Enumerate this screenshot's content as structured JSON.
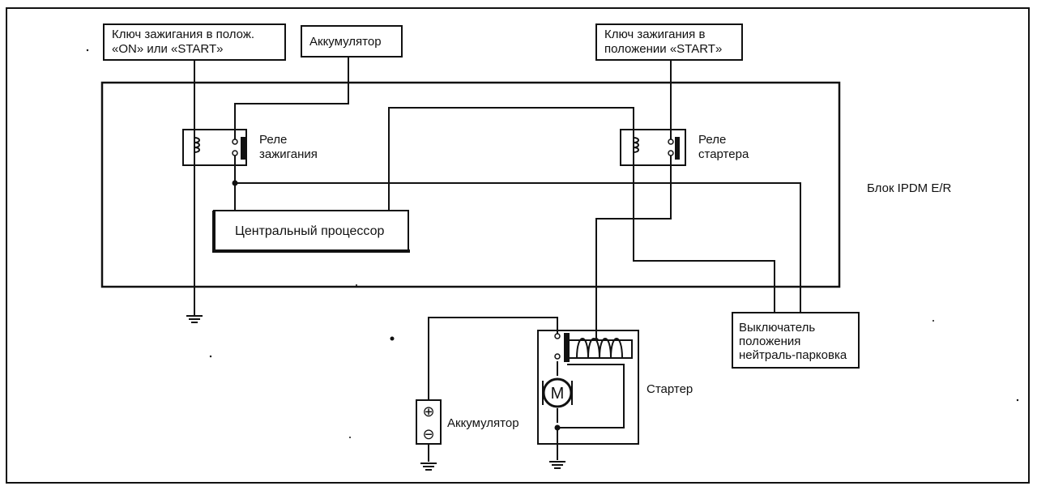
{
  "labels": {
    "ign_key_line1": "Ключ зажигания в полож.",
    "ign_key_line2": "«ON» или «START»",
    "battery_top": "Аккумулятор",
    "start_key_line1": "Ключ зажигания в",
    "start_key_line2": "положении «START»",
    "ign_relay_line1": "Реле",
    "ign_relay_line2": "зажигания",
    "starter_relay_line1": "Реле",
    "starter_relay_line2": "стартера",
    "ipdm_block": "Блок IPDM E/R",
    "cpu": "Центральный процессор",
    "nps_line1": "Выключатель",
    "nps_line2": "положения",
    "nps_line3": "нейтраль-парковка",
    "starter": "Стартер",
    "battery_bottom": "Аккумулятор",
    "motor_symbol": "M",
    "plus_symbol": "⊕",
    "minus_symbol": "⊖"
  }
}
